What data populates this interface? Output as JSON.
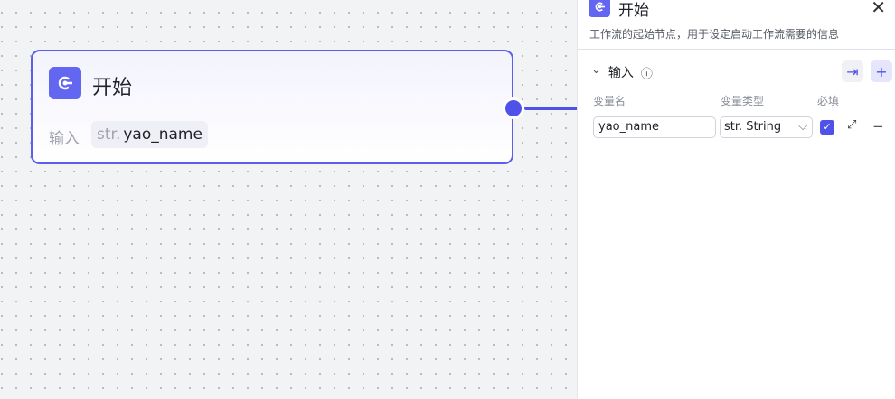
{
  "node": {
    "title": "开始",
    "input_label": "输入",
    "var_type": "str.",
    "var_name": "yao_name"
  },
  "panel": {
    "title": "开始",
    "close": "✕",
    "description": "工作流的起始节点，用于设定启动工作流需要的信息",
    "section": {
      "chevron": "⌄",
      "title": "输入",
      "info": "ⓘ",
      "import_icon": "⇥",
      "add_icon": "+"
    },
    "headers": {
      "name": "变量名",
      "type": "变量类型",
      "required": "必填"
    },
    "row": {
      "name": "yao_name",
      "type": "str. String",
      "chevron": "⌵",
      "check": "✓",
      "expand": "⤢",
      "remove": "−"
    }
  }
}
